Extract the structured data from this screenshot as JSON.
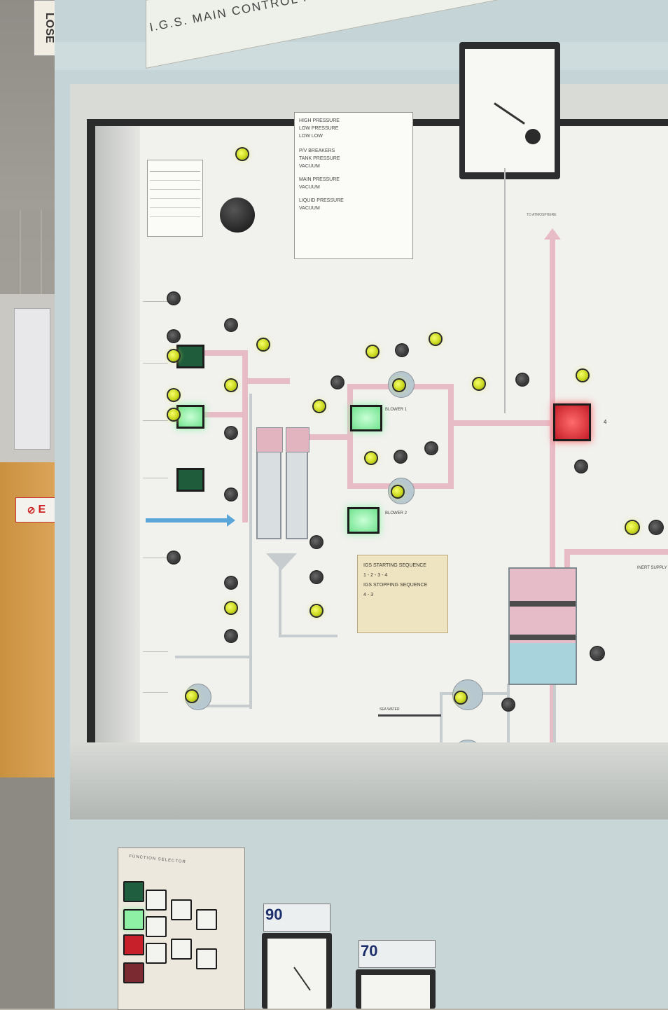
{
  "background": {
    "hanging_sign": "LOSE",
    "exit_sign": "E"
  },
  "panel": {
    "title": "I.G.S. MAIN CONTROL PANEL",
    "info_card_lines": [
      "HIGH PRESSURE",
      "LOW PRESSURE",
      "LOW LOW",
      "P/V BREAKERS",
      "TANK PRESSURE",
      "VACUUM",
      "MAIN PRESSURE",
      "VACUUM",
      "LIQUID PRESSURE",
      "VACUUM"
    ],
    "sequence_card": {
      "line1": "IGS STARTING SEQUENCE",
      "line2": "1 - 2 - 3 - 4",
      "line3": "IGS STOPPING SEQUENCE",
      "line4": "4 - 3"
    },
    "top_right_label": "TO ATMOSPHERE",
    "blower1_label": "BLOWER 1",
    "blower2_label": "BLOWER 2",
    "inert_supply_label": "INERT SUPPLY",
    "sea_water_label": "SEA WATER",
    "red_button_tag": "4"
  },
  "lower_panel": {
    "plate_title": "FUNCTION SELECTOR",
    "gauge1_reading": "90",
    "gauge2_reading": "70"
  },
  "colors": {
    "pipe_gas": "#e8bcc7",
    "pipe_water": "#5aa6d8",
    "lamp_on": "#e8f250",
    "button_green_lit": "#8cf5a8",
    "button_red_lit": "#c41d28"
  }
}
